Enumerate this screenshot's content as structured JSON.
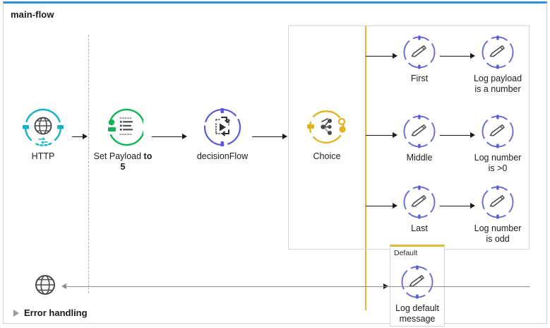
{
  "flow": {
    "title": "main-flow",
    "accent_color": "#2b8fdc",
    "border_color": "#d2d2d2"
  },
  "palette": {
    "http_teal": "#17b0c4",
    "set_payload_green": "#14b255",
    "flowref_purple": "#5b5bd6",
    "choice_yellow": "#e3b21f",
    "logger_purple": "#6b6bd6",
    "icon_grey": "#4a4a4a",
    "arrow_black": "#1a1a1a",
    "arrow_grey": "#8c8c8c"
  },
  "main_nodes": [
    {
      "id": "http",
      "icon": "globe-icon",
      "label": "HTTP",
      "label_bold_suffix": "",
      "color": "#17b0c4"
    },
    {
      "id": "set-payload",
      "icon": "set-payload-icon",
      "label": "Set Payload ",
      "label_bold_suffix": "to 5",
      "color": "#14b255"
    },
    {
      "id": "decision-flow",
      "icon": "flow-reference-icon",
      "label": "decisionFlow",
      "label_bold_suffix": "",
      "color": "#5b5bd6"
    },
    {
      "id": "choice",
      "icon": "choice-router-icon",
      "label": "Choice",
      "label_bold_suffix": "",
      "color": "#e3b21f"
    }
  ],
  "branches": [
    {
      "id": "branch-first",
      "condition_label": "First",
      "logger_label": "Log payload\nis a number",
      "icon": "logger-pencil-icon"
    },
    {
      "id": "branch-middle",
      "condition_label": "Middle",
      "logger_label": "Log number\nis >0",
      "icon": "logger-pencil-icon"
    },
    {
      "id": "branch-last",
      "condition_label": "Last",
      "logger_label": "Log number\nis odd",
      "icon": "logger-pencil-icon"
    }
  ],
  "default_scope": {
    "title": "Default",
    "logger_label": "Log default\nmessage",
    "icon": "logger-pencil-icon",
    "accent_color": "#dfb83c"
  },
  "error_handling": {
    "label": "Error handling",
    "expander_icon": "triangle-right-icon",
    "collapsed": true
  },
  "return_path": {
    "icon": "globe-icon",
    "direction": "left"
  }
}
